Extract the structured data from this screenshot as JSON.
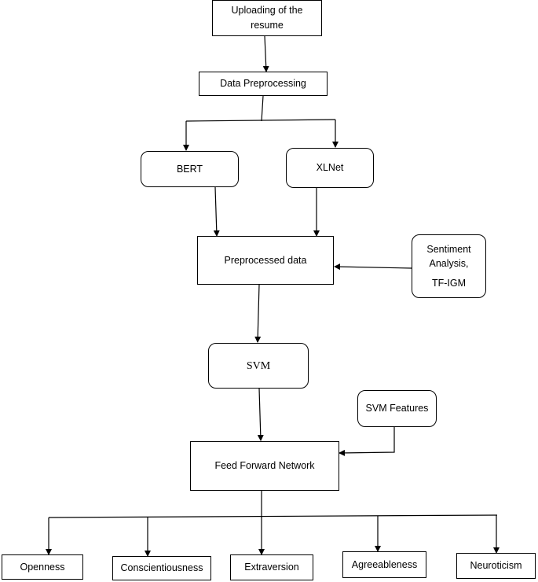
{
  "nodes": {
    "upload": "Uploading of the resume",
    "preprocess": "Data Preprocessing",
    "bert": "BERT",
    "xlnet": "XLNet",
    "preprocessed": "Preprocessed data",
    "sentiment_line1": "Sentiment",
    "sentiment_line2": "Analysis,",
    "sentiment_line3": "TF-IGM",
    "svm": "SVM",
    "svm_features": "SVM Features",
    "ffn": "Feed Forward Network",
    "openness": "Openness",
    "conscientiousness": "Conscientiousness",
    "extraversion": "Extraversion",
    "agreeableness": "Agreeableness",
    "neuroticism": "Neuroticism"
  },
  "colors": {
    "stroke": "#000000",
    "fill": "#ffffff"
  }
}
